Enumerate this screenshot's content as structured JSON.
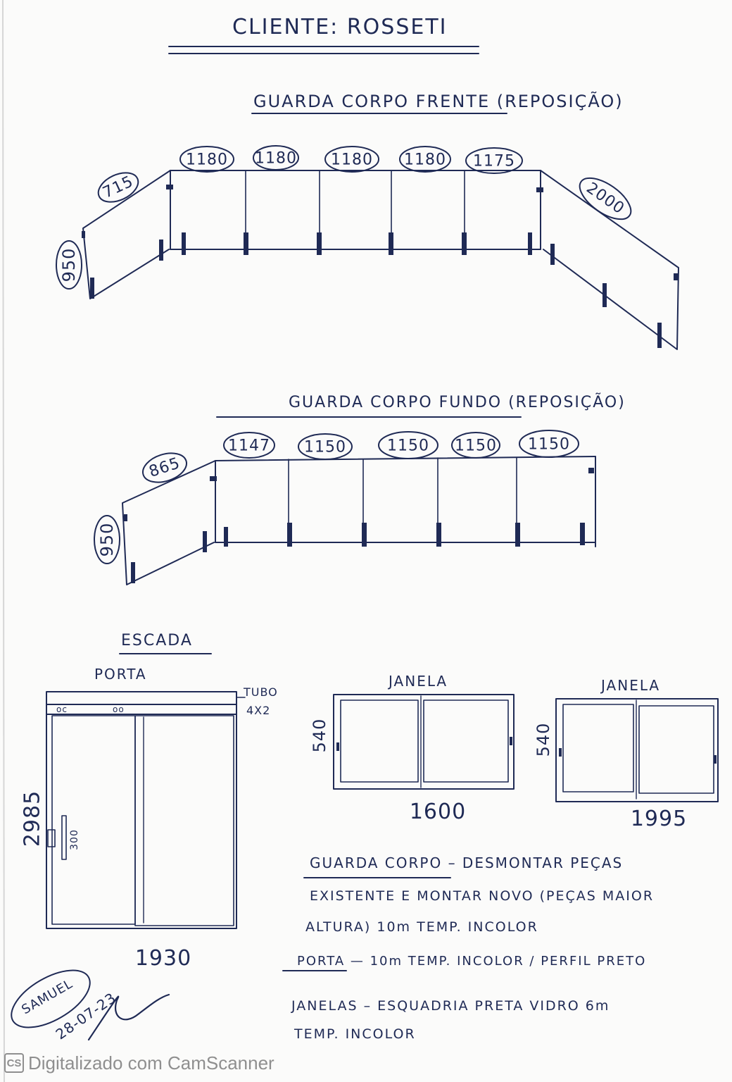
{
  "title": "CLIENTE: ROSSETI",
  "front_guard": {
    "heading": "GUARDA CORPO FRENTE (REPOSIÇÃO)",
    "dims": {
      "height": "950",
      "left_side": "715",
      "panels": [
        "1180",
        "1180",
        "1180",
        "1180",
        "1175"
      ],
      "right_side": "2000"
    }
  },
  "back_guard": {
    "heading": "GUARDA CORPO FUNDO (REPOSIÇÃO)",
    "dims": {
      "height": "950",
      "left_side": "865",
      "panels": [
        "1147",
        "1150",
        "1150",
        "1150",
        "1150"
      ]
    }
  },
  "stairs": {
    "heading": "ESCADA",
    "door_label": "PORTA",
    "tube_label": [
      "TUBO",
      "4X2"
    ],
    "height": "2985",
    "handle": "300",
    "width": "1930"
  },
  "windows": [
    {
      "label": "JANELA",
      "height": "540",
      "width": "1600"
    },
    {
      "label": "JANELA",
      "height": "540",
      "width": "1995"
    }
  ],
  "notes": [
    "GUARDA CORPO – DESMONTAR PEÇAS",
    "EXISTENTE E MONTAR NOVO (PEÇAS MAIOR",
    "ALTURA) 10m TEMP. INCOLOR",
    "PORTA — 10m TEMP. INCOLOR / PERFIL PRETO",
    "JANELAS – ESQUADRIA PRETA VIDRO 6m",
    "TEMP. INCOLOR"
  ],
  "signature": {
    "name": "SAMUEL",
    "date": "28-07-23"
  },
  "footer": {
    "logo": "CS",
    "text": "Digitalizado com CamScanner"
  }
}
